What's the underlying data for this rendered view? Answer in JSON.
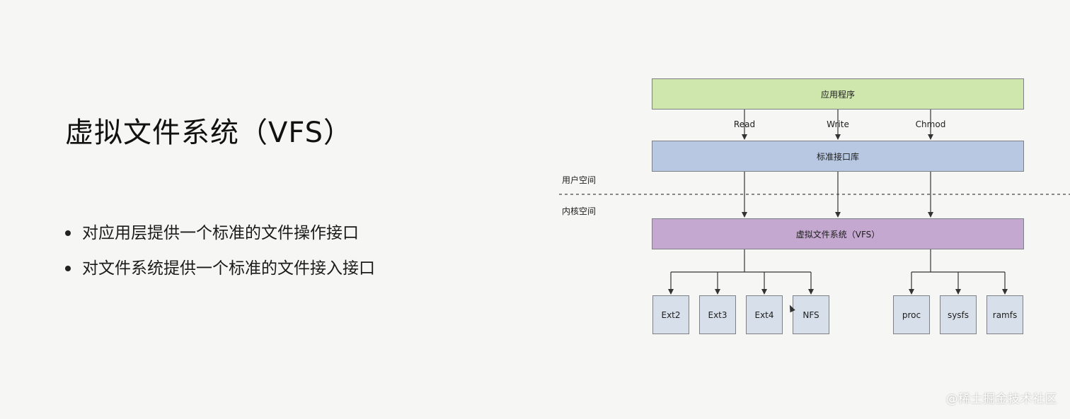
{
  "slide": {
    "title": "虚拟文件系统（VFS）",
    "bullets": [
      "对应用层提供一个标准的文件操作接口",
      "对文件系统提供一个标准的文件接入接口"
    ]
  },
  "diagram": {
    "layers": {
      "app": "应用程序",
      "lib": "标准接口库",
      "vfs": "虚拟文件系统（VFS）"
    },
    "calls": [
      "Read",
      "Write",
      "Chmod"
    ],
    "spaces": {
      "user": "用户空间",
      "kernel": "内核空间"
    },
    "disk_filesystems": [
      "Ext2",
      "Ext3",
      "Ext4",
      "NFS"
    ],
    "virtual_filesystems": [
      "proc",
      "sysfs",
      "ramfs"
    ],
    "colors": {
      "app": "#cfe6ad",
      "lib": "#b8c8e3",
      "vfs": "#c4a8cf",
      "fs": "#d7dfea"
    }
  },
  "watermark": "@稀土掘金技术社区"
}
